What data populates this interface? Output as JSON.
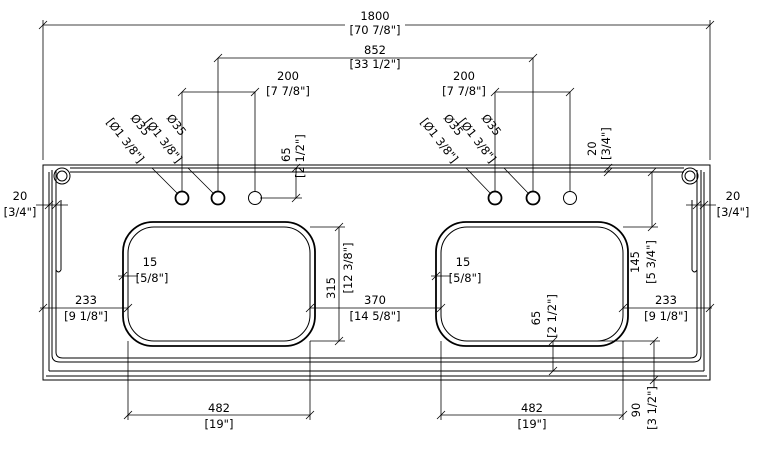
{
  "drawing": {
    "overall_width": {
      "mm": "1800",
      "in": "[70 7/8\"]"
    },
    "tap_centres": {
      "mm": "852",
      "in": "[33 1/2\"]"
    },
    "left_tap_spacing": {
      "mm": "200",
      "in": "[7 7/8\"]"
    },
    "right_tap_spacing": {
      "mm": "200",
      "in": "[7 7/8\"]"
    },
    "left_hole_dia_a": {
      "mm": "Ø35",
      "in": "[Ø1 3/8\"]"
    },
    "left_hole_dia_b": {
      "mm": "Ø35",
      "in": "[Ø1 3/8\"]"
    },
    "right_hole_dia_a": {
      "mm": "Ø35",
      "in": "[Ø1 3/8\"]"
    },
    "right_hole_dia_b": {
      "mm": "Ø35",
      "in": "[Ø1 3/8\"]"
    },
    "left_hole_offset": {
      "mm": "65",
      "in": "[2 1/2\"]"
    },
    "back_lip": {
      "mm": "20",
      "in": "[3/4\"]"
    },
    "left_lip": {
      "mm": "20",
      "in": "[3/4\"]"
    },
    "right_lip": {
      "mm": "20",
      "in": "[3/4\"]"
    },
    "left_corner_radius": {
      "mm": "15",
      "in": "[5/8\"]"
    },
    "right_corner_radius": {
      "mm": "15",
      "in": "[5/8\"]"
    },
    "bowl_depth": {
      "mm": "315",
      "in": "[12 3/8\"]"
    },
    "bowl_gap": {
      "mm": "370",
      "in": "[14 5/8\"]"
    },
    "left_edge_to_bowl": {
      "mm": "233",
      "in": "[9 1/8\"]"
    },
    "right_edge_to_bowl": {
      "mm": "233",
      "in": "[9 1/8\"]"
    },
    "right_bowl_offset": {
      "mm": "145",
      "in": "[5 3/4\"]"
    },
    "front_to_bowl": {
      "mm": "65",
      "in": "[2 1/2\"]"
    },
    "front_depth": {
      "mm": "90",
      "in": "[3 1/2\"]"
    },
    "left_bowl_width": {
      "mm": "482",
      "in": "[19\"]"
    },
    "right_bowl_width": {
      "mm": "482",
      "in": "[19\"]"
    }
  }
}
